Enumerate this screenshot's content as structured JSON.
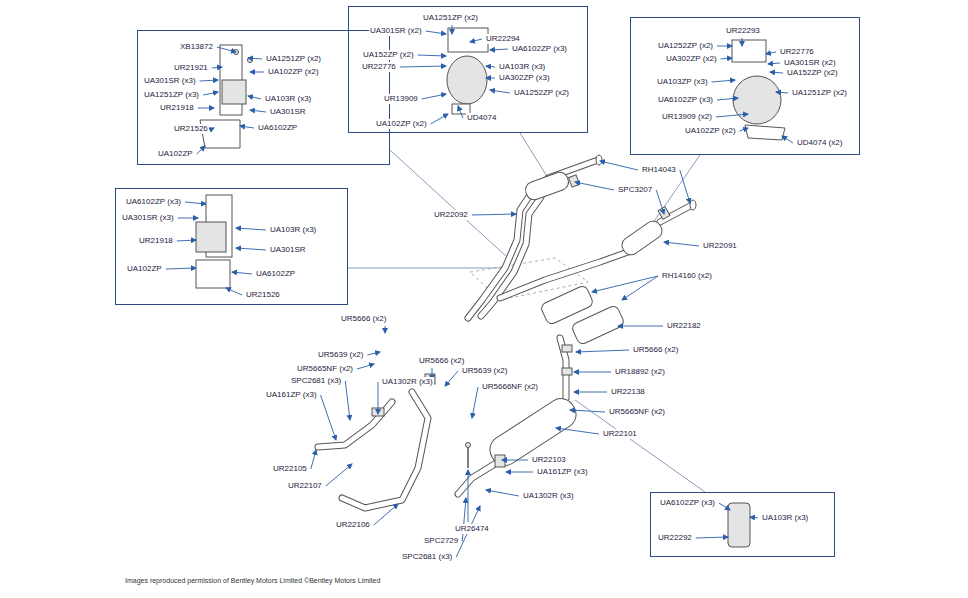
{
  "diagram": {
    "nodes": [
      {
        "text": [
          "XB13872",
          "UR21921",
          "UA1251ZP (x2)",
          "UA102ZP (x2)",
          "UA301SR (x3)",
          "UA1251ZP (x3)",
          "UA103R (x3)",
          "UR21918",
          "UA301SR",
          "UR21526",
          "UA6102ZP",
          "UA102ZP"
        ]
      },
      {
        "text": [
          "UA1251ZP (x2)",
          "UA301SR (x2)",
          "UR22294",
          "UA6102ZP (x3)",
          "UA152ZP (x2)",
          "UR22776",
          "UA103R (x3)",
          "UA302ZP (x3)",
          "UR13909",
          "UA1252ZP (x2)",
          "UA102ZP (x2)",
          "UD4074"
        ]
      },
      {
        "text": [
          "UR22293",
          "UA1252ZP (x2)",
          "UR22776",
          "UA302ZP (x2)",
          "UA301SR (x2)",
          "UA152ZP (x2)",
          "UA103ZP (x3)",
          "UA1251ZP (x2)",
          "UA6102ZP (x3)",
          "UR13909 (x2)",
          "UA102ZP (x2)",
          "UD4074 (x2)"
        ]
      },
      {
        "text": [
          "UA6102ZP (x3)",
          "UA301SR (x3)",
          "UA103R (x3)",
          "UR21918",
          "UA301SR",
          "UA102ZP",
          "UA6102ZP",
          "UR21526"
        ]
      },
      {
        "text": [
          "UA6102ZP (x3)",
          "UA103R (x3)",
          "UR22292"
        ]
      }
    ],
    "labels": [
      "RH14043",
      "SPC3207",
      "UR22092",
      "UR22091",
      "RH14160 (x2)",
      "UR22182",
      "UR5666 (x2)",
      "UR5639 (x2)",
      "UR5666 (x2)",
      "UR5665NF (x2)",
      "UR5639 (x2)",
      "UR5666 (x2)",
      "UR18892 (x2)",
      "SPC2681 (x3)",
      "UA1302R (x3)",
      "UR5666NF (x2)",
      "UR22138",
      "UA161ZP (x3)",
      "UR5665NF (x2)",
      "UR22101",
      "UR22103",
      "UR22105",
      "UA161ZP (x3)",
      "UR22107",
      "UA1302R (x3)",
      "UR22106",
      "UR26474",
      "SPC2729",
      "SPC2681 (x3)",
      "Images reproduced permission of Bentley Motors Limited ©Bentley Motors Limited"
    ]
  }
}
